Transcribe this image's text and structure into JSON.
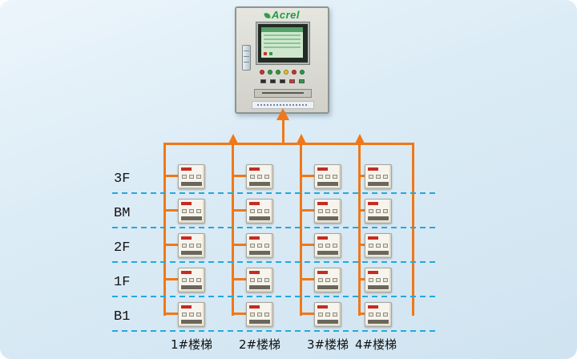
{
  "diagram": {
    "cabinet": {
      "brand": "Acrel",
      "indicator_colors": [
        "#cc3333",
        "#2e9e46",
        "#2e9e46",
        "#e3c229",
        "#cc3333",
        "#2e9e46"
      ],
      "button_colors": [
        "#2b2b2b",
        "#2b2b2b",
        "#2b2b2b",
        "#cc3333",
        "#2e9e46"
      ]
    },
    "floors": [
      {
        "label": "3F"
      },
      {
        "label": "BM"
      },
      {
        "label": "2F"
      },
      {
        "label": "1F"
      },
      {
        "label": "B1"
      }
    ],
    "stairs": [
      {
        "label": "1#楼梯"
      },
      {
        "label": "2#楼梯"
      },
      {
        "label": "3#楼梯"
      },
      {
        "label": "4#楼梯"
      }
    ],
    "grid": {
      "rows": 5,
      "cols": 4
    },
    "colors": {
      "bus": "#F07818",
      "dash": "#23A9DE",
      "device_accent": "#C62B23"
    }
  }
}
